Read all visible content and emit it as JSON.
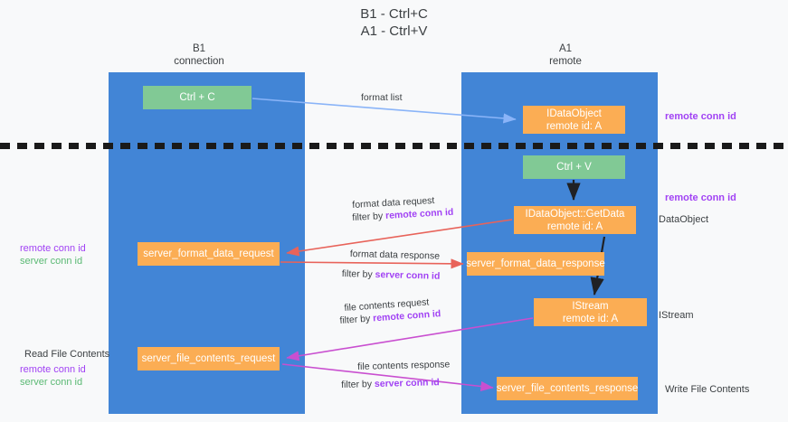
{
  "title": {
    "line1": "B1 - Ctrl+C",
    "line2": "A1 - Ctrl+V"
  },
  "columns": [
    {
      "name": "B1",
      "role": "connection"
    },
    {
      "name": "A1",
      "role": "remote"
    }
  ],
  "nodes": {
    "ctrl_c": {
      "label": "Ctrl + C",
      "sub": "",
      "color": "#81c995"
    },
    "idataobject_top": {
      "label": "IDataObject",
      "sub": "remote id: A",
      "color": "#fbad54"
    },
    "ctrl_v": {
      "label": "Ctrl + V",
      "sub": "",
      "color": "#81c995"
    },
    "getdata": {
      "label": "IDataObject::GetData",
      "sub": "remote id: A",
      "color": "#fbad54"
    },
    "server_format_data_request": {
      "label": "server_format_data_request",
      "sub": "",
      "color": "#fbad54"
    },
    "server_format_data_response": {
      "label": "server_format_data_response",
      "sub": "",
      "color": "#fbad54"
    },
    "istream": {
      "label": "IStream",
      "sub": "remote id: A",
      "color": "#fbad54"
    },
    "server_file_contents_request": {
      "label": "server_file_contents_request",
      "sub": "",
      "color": "#fbad54"
    },
    "server_file_contents_response": {
      "label": "server_file_contents_response",
      "sub": "",
      "color": "#fbad54"
    }
  },
  "edge_labels": {
    "format_list": "format list",
    "format_data_request": "format data request",
    "format_data_request_filter_prefix": "filter by ",
    "format_data_request_filter_key": "remote conn id",
    "format_data_response": "format data response",
    "format_data_response_filter_prefix": "filter by ",
    "format_data_response_filter_key": "server conn id",
    "file_contents_request": "file contents request",
    "file_contents_request_filter_prefix": "filter by ",
    "file_contents_request_filter_key": "remote conn id",
    "file_contents_response": "file contents response",
    "file_contents_response_filter_prefix": "filter by ",
    "file_contents_response_filter_key": "server conn id"
  },
  "annotations": {
    "remote_conn_id_top": "remote conn id",
    "remote_conn_id_mid": "remote conn id",
    "data_object": "DataObject",
    "istream": "IStream",
    "write_file_contents": "Write File Contents",
    "read_file_contents": "Read File Contents",
    "left_remote_conn_id": "remote conn id",
    "left_server_conn_id": "server conn id",
    "left_remote_conn_id_2": "remote conn id",
    "left_server_conn_id_2": "server conn id"
  },
  "colors": {
    "lane": "#4285d6",
    "green_node": "#81c995",
    "orange_node": "#fbad54",
    "purple_text": "#a142f4",
    "green_text": "#5bb974",
    "blue_arrow": "#8ab4f8",
    "red_arrow": "#e8635a",
    "magenta_arrow": "#c94fd0",
    "black_arrow": "#202124",
    "background": "#f8f9fa"
  }
}
